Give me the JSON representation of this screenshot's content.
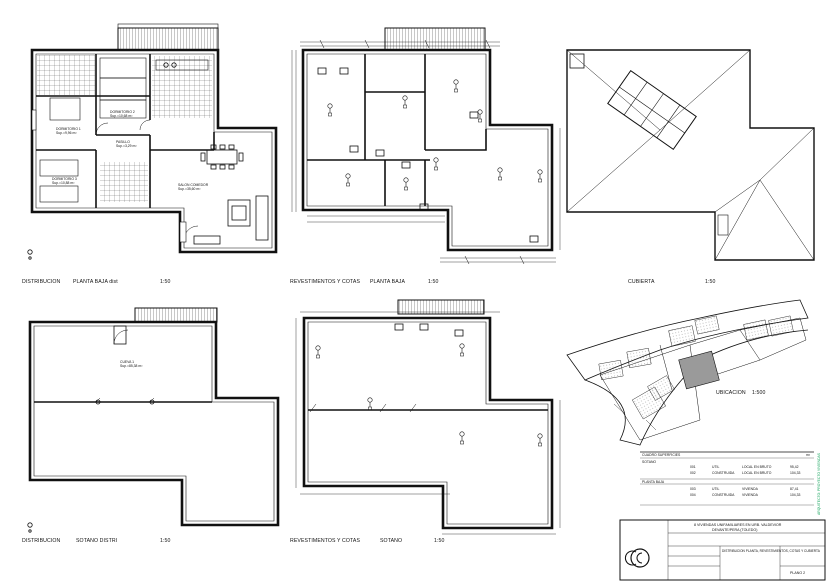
{
  "views": {
    "dist_baja": {
      "title": "DISTRIBUCION",
      "sub": "PLANTA BAJA dist",
      "scale": "1:50"
    },
    "rev_baja": {
      "title": "REVESTIMENTOS Y COTAS",
      "sub": "PLANTA BAJA",
      "scale": "1:50"
    },
    "cubierta": {
      "title": "CUBIERTA",
      "scale": "1:50"
    },
    "dist_sotano": {
      "title": "DISTRIBUCION",
      "sub": "SOTANO DISTRI",
      "scale": "1:50"
    },
    "rev_sotano": {
      "title": "REVESTIMENTOS Y COTAS",
      "sub": "SOTANO",
      "scale": "1:50"
    },
    "ubicacion": {
      "title": "UBICACION",
      "scale": "1:500"
    }
  },
  "rooms": {
    "dorm1": {
      "name": "DORMITORIO 1",
      "area": "Sup.=9,96 m²"
    },
    "dorm2": {
      "name": "DORMITORIO 2",
      "area": "Sup.=10,68 m²"
    },
    "dorm3": {
      "name": "DORMITORIO 3",
      "area": "Sup.=10,88 m²"
    },
    "pasillo": {
      "name": "PASILLO",
      "area": "Sup.=3,29 m²"
    },
    "salon": {
      "name": "SALON COMEDOR",
      "area": "Sup.=35,60 m²"
    },
    "sotano": {
      "name": "CUEVA 1",
      "area": "Sup.=85,38 m²"
    }
  },
  "table": {
    "header": "CUADRO SUPERFICIES",
    "unit": "m²",
    "sec1": "SOTANO",
    "sec2": "PLANTA BAJA",
    "rows": [
      [
        "001",
        "UTIL",
        "LOCAL EN BRUTO",
        "95,42"
      ],
      [
        "002",
        "CONSTRUIDA",
        "LOCAL EN BRUTO",
        "104,33"
      ],
      [
        "003",
        "UTIL",
        "VIVIENDA",
        "87,41"
      ],
      [
        "004",
        "CONSTRUIDA",
        "VIVIENDA",
        "104,33"
      ]
    ]
  },
  "titleblock": {
    "project": "8 VIVIENDAS UNIFAMILIARES EN URB. VALDEVIOR",
    "project2": "DEVANTE/PERA (TOLEDO)",
    "drawing": "DISTRIBUCION PLANTA, REVESTIMIENTOS, COTAS Y CUBIERTA",
    "sheet": "PLANO 2"
  },
  "side_note": "ARQUITECTO: PROYECTO VIVIENDAS",
  "colors": {
    "line": "#111111",
    "hatch": "#777777",
    "selected": "#9a9a9a",
    "accent": "#22aa66"
  }
}
